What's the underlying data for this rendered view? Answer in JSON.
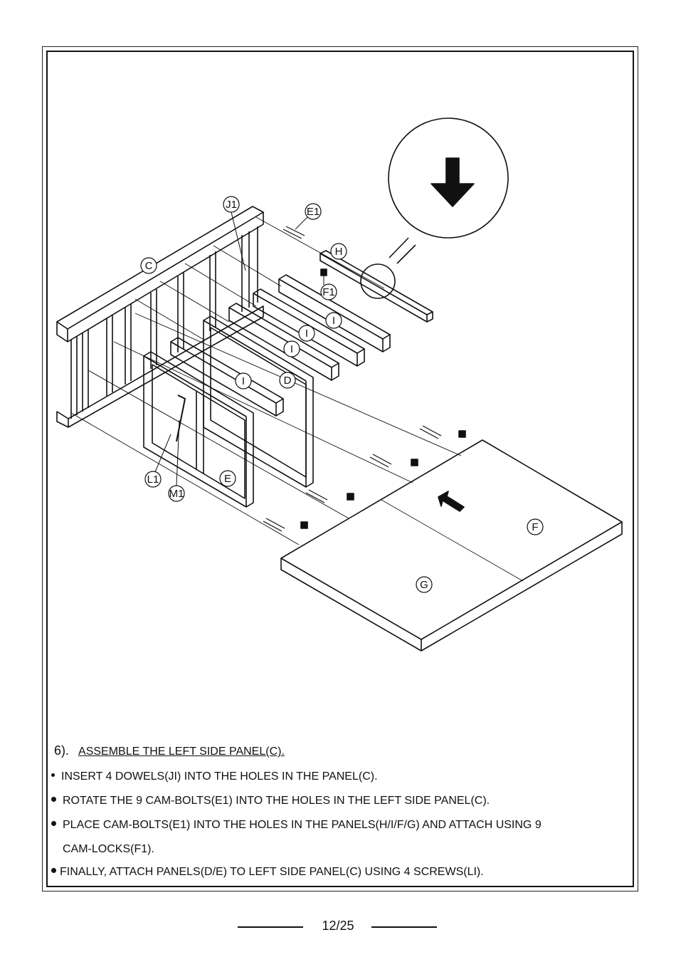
{
  "step": {
    "number": "6).",
    "title": "ASSEMBLE THE LEFT SIDE PANEL(C)."
  },
  "instructions": [
    "INSERT 4 DOWELS(JI) INTO THE HOLES IN THE PANEL(C).",
    "ROTATE THE 9 CAM-BOLTS(E1) INTO THE HOLES IN THE LEFT SIDE PANEL(C).",
    "PLACE CAM-BOLTS(E1) INTO THE HOLES IN THE PANELS(H/I/F/G) AND ATTACH USING 9",
    "CAM-LOCKS(F1).",
    "FINALLY, ATTACH PANELS(D/E) TO LEFT SIDE PANEL(C) USING 4 SCREWS(LI)."
  ],
  "part_labels": {
    "j1": "J1",
    "e1": "E1",
    "h": "H",
    "c": "C",
    "f1": "F1",
    "i1": "I",
    "i2": "I",
    "i3": "I",
    "i4": "I",
    "d": "D",
    "e": "E",
    "l1": "L1",
    "m1": "M1",
    "f": "F",
    "g": "G"
  },
  "page_number": "12/25"
}
